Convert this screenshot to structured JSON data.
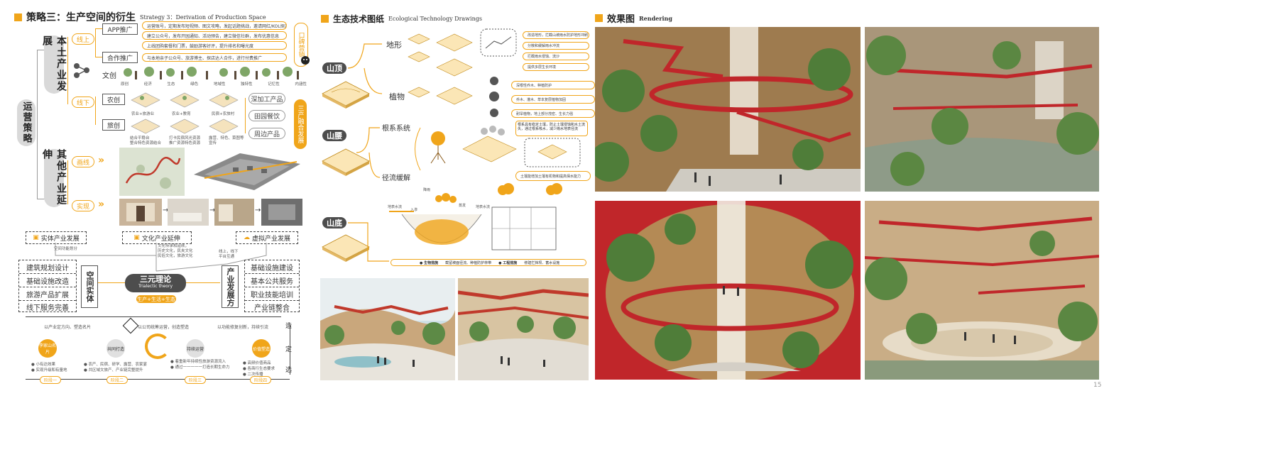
{
  "left": {
    "title_zh": "策略三：生产空间的衍生",
    "title_en": "Strategy 3：Derivation of Production Space",
    "yunying": "运营策略",
    "bentu": "本土产业发展",
    "qita": "其他产业延伸",
    "xianshang": "线上",
    "xianxia": "线下",
    "app": "APP推广",
    "hezuo": "合作推广",
    "wenchuang": "文创",
    "nongchuang": "农创",
    "lvchuang": "旅创",
    "huaxian": "画线",
    "huaxian2": "实现",
    "promo_lines": [
      "运营账号，定期发布短视频、图文攻略，发起话题挑战，邀请网红/KOL探店",
      "建立公众号，发布开园通知、活动预告，建立微信社群，发布优惠信息",
      "上线团购套餐和门票，鼓励游客好评，提升排名和曝光度",
      "与本地亲子公众号、旅游博主、探店达人合作，进行付费推广"
    ],
    "side_tag_top": "口碑营销",
    "side_tag_bottom": "三产融合发展",
    "culture_items": [
      "原创",
      "经济",
      "生态",
      "绿色",
      "地域性",
      "独特性",
      "记忆性",
      "内涵性"
    ],
    "agri_notes": [
      "农业+旅游业",
      "农业+教育",
      "民宿+农旅村"
    ],
    "tour_notes": [
      "结合平稳台\n整合特色资源结合",
      "打卡民宿风光资源\n推广资源特色资源",
      "露营、特色、菜图等\n宣传"
    ],
    "farm_products": [
      "深加工产品",
      "田园餐饮",
      "周边产品"
    ],
    "dev_boxes": [
      "实体产业发展",
      "文化产业延伸",
      "虚拟产业发展"
    ],
    "dev_notes": [
      "空间功能划分",
      "文化传承和延续，\n历史文化，民夹文化\n民俗文化，旅游文化",
      "线上，线下\n平台互通"
    ],
    "left_list": [
      "建筑规划设计",
      "基础设施改造",
      "旅游产品扩展",
      "线下服务完善"
    ],
    "right_list": [
      "基础设施建设",
      "基本公共服务",
      "职业技能培训",
      "产业链整合"
    ],
    "kongjian": "空间实体",
    "chanye": "产业发展方",
    "center_title": "三元理论",
    "center_sub": "Trialectic theory",
    "center_tag": "生产+生活+生态",
    "timeline_headers": [
      "以产业定方向、塑造名片",
      "以公司统筹运营，创造塑造",
      "以功能修复创新，持续引流"
    ],
    "stage_circles": [
      "李家山名片",
      "共同打造",
      "持续运营",
      "价值塑造"
    ],
    "stage_notes": [
      "● 小有达效果\n● 实现升级和有量地",
      "● 农产、民宿、研学、露营、农家宴\n● 共区域文旅产、产业链完整提升",
      "● 着重新年持续性旅游资源流入\n● 通过一一一一一打造长期生命力",
      "● 高频价值商品\n● 各商行生态要求\n● 二次传播"
    ],
    "stages": [
      "阶段一",
      "阶段二",
      "阶段三",
      "阶段四"
    ],
    "vert_text": [
      "造",
      "定",
      "选"
    ]
  },
  "middle": {
    "title_zh": "生态技术图纸",
    "title_en": "Ecological Technology Drawings",
    "shanding": "山顶",
    "shanyao": "山腰",
    "shandi": "山底",
    "dixing": "地形",
    "zhiwu": "植物",
    "genxi": "根系系统",
    "jingliu": "径流缓解",
    "top_notes": [
      "改造地形，拦截山坡雨水防护地形冲刷",
      "分散和缓解雨水冲流",
      "拦截雨水侵蚀、流沙",
      "提供多层生长环境"
    ],
    "plant_notes": [
      "深根性乔木、种植防护",
      "乔木、灌木、草本复层植物加固",
      "耐旱植物，地上部分茂密、生长力强"
    ],
    "mid_notes": [
      "根系具有稳定土壤，防止土壤侵蚀和水土流失，通过根系吸水，减少雨水地表径流",
      "土壤能增加土壤有机物和提高保水能力"
    ],
    "legend": [
      "● 生物措施",
      "截留坡面径流、种植防护林带",
      "● 工程措施",
      "修建拦挡坝、蓄水设施"
    ],
    "bottom_labels": [
      "降雨",
      "地表水流",
      "入渗",
      "蒸发",
      "地表水流"
    ],
    "page_number": "15"
  },
  "right": {
    "title_zh": "效果图",
    "title_en": "Rendering"
  },
  "colors": {
    "accent": "#f0a51a",
    "dark": "#4d4d4d",
    "pill": "#d9d9d9"
  }
}
